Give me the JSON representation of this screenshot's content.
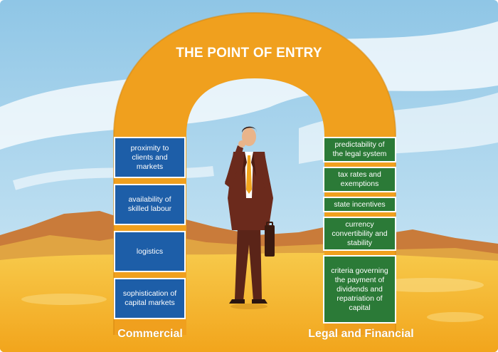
{
  "title": "THE POINT OF ENTRY",
  "commercial": {
    "label": "Commercial",
    "items": [
      "proximity to clients and markets",
      "availability of skilled labour",
      "logistics",
      "sophistication of capital markets"
    ]
  },
  "legal_financial": {
    "label": "Legal and Financial",
    "items": [
      "predictability of the legal system",
      "tax rates and exemptions",
      "state incentives",
      "currency convertibility and stability",
      "criteria governing the payment of dividends and repatriation of capital"
    ]
  },
  "colors": {
    "arch": "#f0a01e",
    "commercial_box": "#1d5ea8",
    "legal_box": "#2b7a37",
    "sky": "#a9d3ec",
    "ground": "#f5b82a"
  },
  "illustration": "businessman-figure"
}
